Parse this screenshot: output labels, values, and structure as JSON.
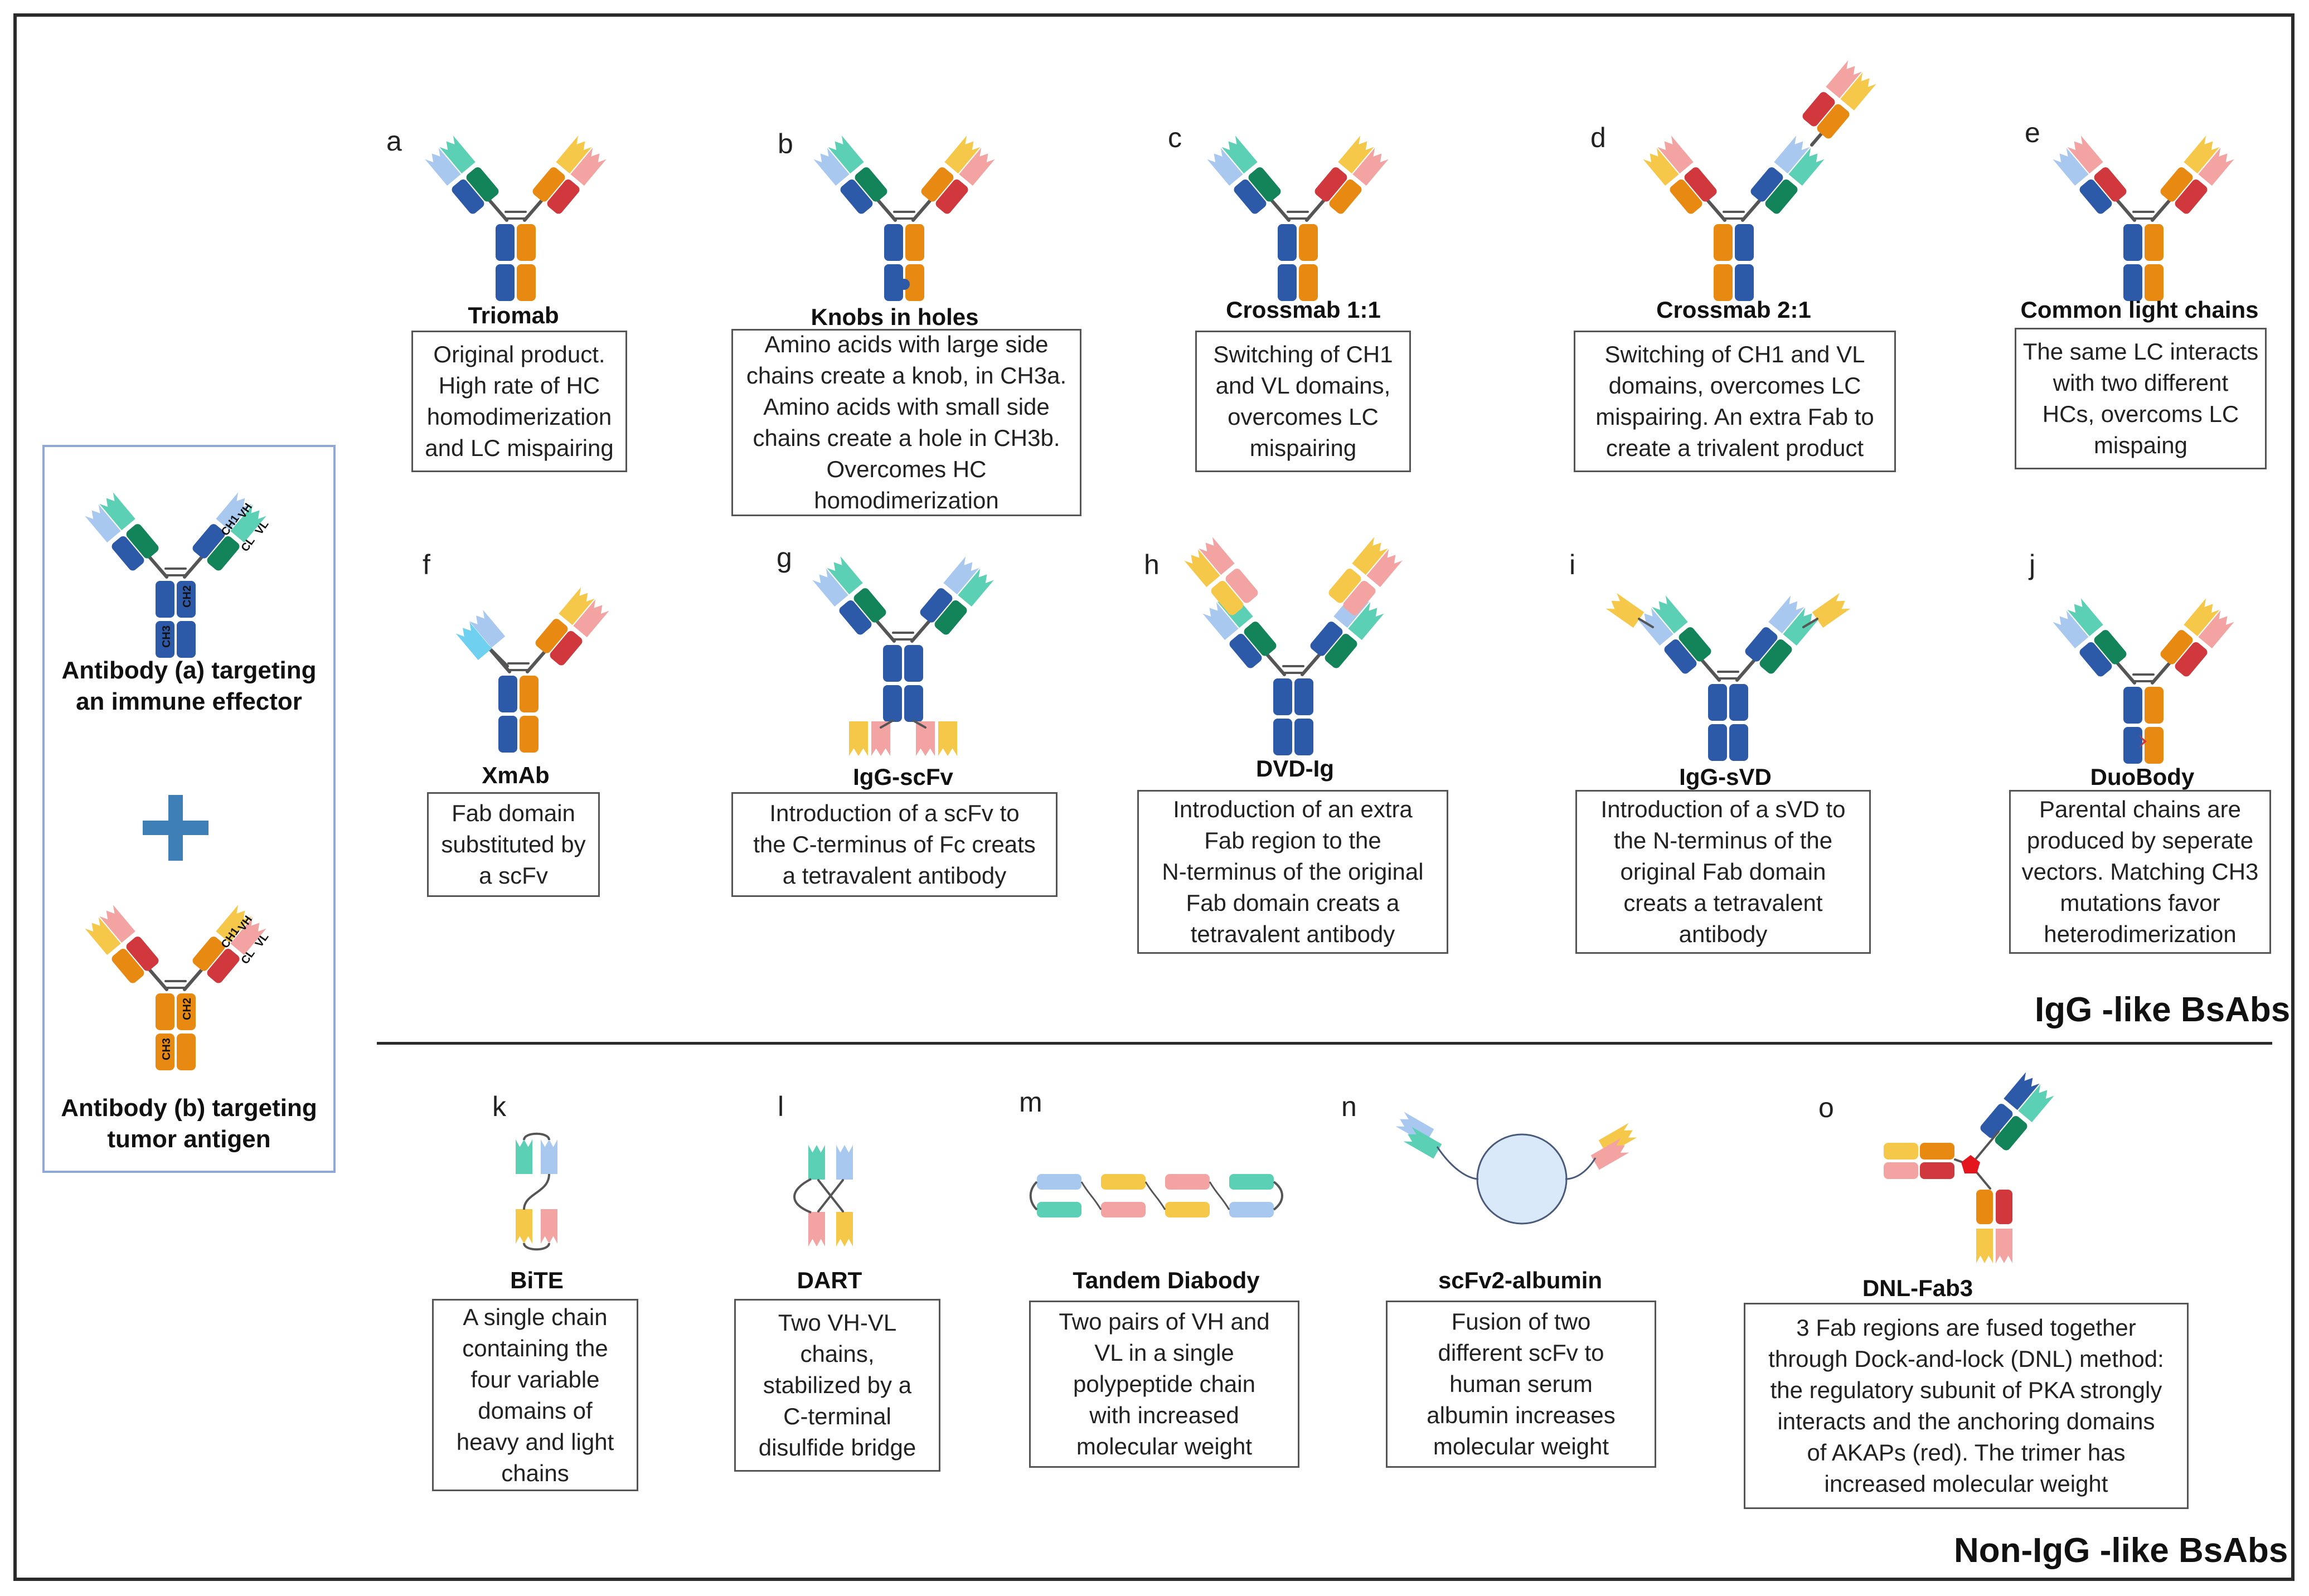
{
  "colors": {
    "dark_blue": "#2c5aa8",
    "light_blue": "#a9c8ef",
    "orange": "#e88a12",
    "yellow": "#f6c84a",
    "dark_green": "#13845a",
    "teal": "#5bd0b4",
    "red": "#d0383e",
    "pink": "#f4a3a3",
    "cyan": "#6fd0f0",
    "hinge": "#555555",
    "albumin": "#d9e9f9",
    "plus": "#3f7fb8"
  },
  "left_panel": {
    "antibody_a": {
      "label": "Antibody (a) targeting an immune effector",
      "domain_labels": {
        "ch1": "CH1",
        "vh": "VH",
        "cl": "CL",
        "vl": "VL",
        "ch2": "CH2",
        "ch3": "CH3"
      }
    },
    "plus_icon": "plus-icon",
    "antibody_b": {
      "label": "Antibody (b) targeting tumor antigen",
      "domain_labels": {
        "ch1": "CH1",
        "vh": "VH",
        "cl": "CL",
        "vl": "VL",
        "ch2": "CH2",
        "ch3": "CH3"
      }
    }
  },
  "sections": {
    "igg_like": "IgG -like BsAbs",
    "non_igg_like": "Non-IgG -like BsAbs"
  },
  "formats": [
    {
      "id": "a",
      "letter": "a",
      "title": "Triomab",
      "description": "Original product.\nHigh rate of HC\nhomodimerization\nand LC mispairing"
    },
    {
      "id": "b",
      "letter": "b",
      "title": "Knobs in holes",
      "description": "Amino acids with large side\nchains create a knob, in CH3a.\nAmino acids with small side\nchains create a hole in CH3b.\nOvercomes HC\nhomodimerization"
    },
    {
      "id": "c",
      "letter": "c",
      "title": "Crossmab 1:1",
      "description": "Switching of CH1\nand VL domains,\novercomes LC\nmispairing"
    },
    {
      "id": "d",
      "letter": "d",
      "title": "Crossmab 2:1",
      "description": "Switching of CH1 and VL\ndomains, overcomes LC\nmispairing. An extra Fab to\ncreate a trivalent product"
    },
    {
      "id": "e",
      "letter": "e",
      "title": "Common light chains",
      "description": "The same LC interacts\nwith two different\nHCs, overcoms LC\nmispaing"
    },
    {
      "id": "f",
      "letter": "f",
      "title": "XmAb",
      "description": "Fab domain\nsubstituted by\na scFv"
    },
    {
      "id": "g",
      "letter": "g",
      "title": "IgG-scFv",
      "description": "Introduction of a scFv to\nthe C-terminus of Fc creats\na tetravalent antibody"
    },
    {
      "id": "h",
      "letter": "h",
      "title": "DVD-Ig",
      "description": "Introduction of an extra\nFab region to the\nN-terminus of the original\nFab domain creats a\ntetravalent antibody"
    },
    {
      "id": "i",
      "letter": "i",
      "title": "IgG-sVD",
      "description": "Introduction of a sVD to\nthe N-terminus of the\noriginal Fab domain\ncreats a tetravalent\nantibody"
    },
    {
      "id": "j",
      "letter": "j",
      "title": "DuoBody",
      "description": "Parental chains are\nproduced by seperate\nvectors. Matching CH3\nmutations favor\nheterodimerization"
    },
    {
      "id": "k",
      "letter": "k",
      "title": "BiTE",
      "description": "A single chain\ncontaining the\nfour variable\ndomains of\nheavy and light\nchains"
    },
    {
      "id": "l",
      "letter": "l",
      "title": "DART",
      "description": "Two VH-VL\nchains,\nstabilized by a\nC-terminal\ndisulfide bridge"
    },
    {
      "id": "m",
      "letter": "m",
      "title": "Tandem Diabody",
      "description": "Two pairs of VH and\nVL in a single\npolypeptide chain\nwith increased\nmolecular weight"
    },
    {
      "id": "n",
      "letter": "n",
      "title": "scFv2-albumin",
      "description": "Fusion of two\ndifferent scFv to\nhuman serum\nalbumin increases\nmolecular weight"
    },
    {
      "id": "o",
      "letter": "o",
      "title": "DNL-Fab3",
      "description": "3 Fab regions are fused together\nthrough Dock-and-lock (DNL) method:\nthe regulatory subunit of PKA strongly\ninteracts and the anchoring domains\nof AKAPs (red). The trimer has\nincreased molecular weight"
    }
  ]
}
